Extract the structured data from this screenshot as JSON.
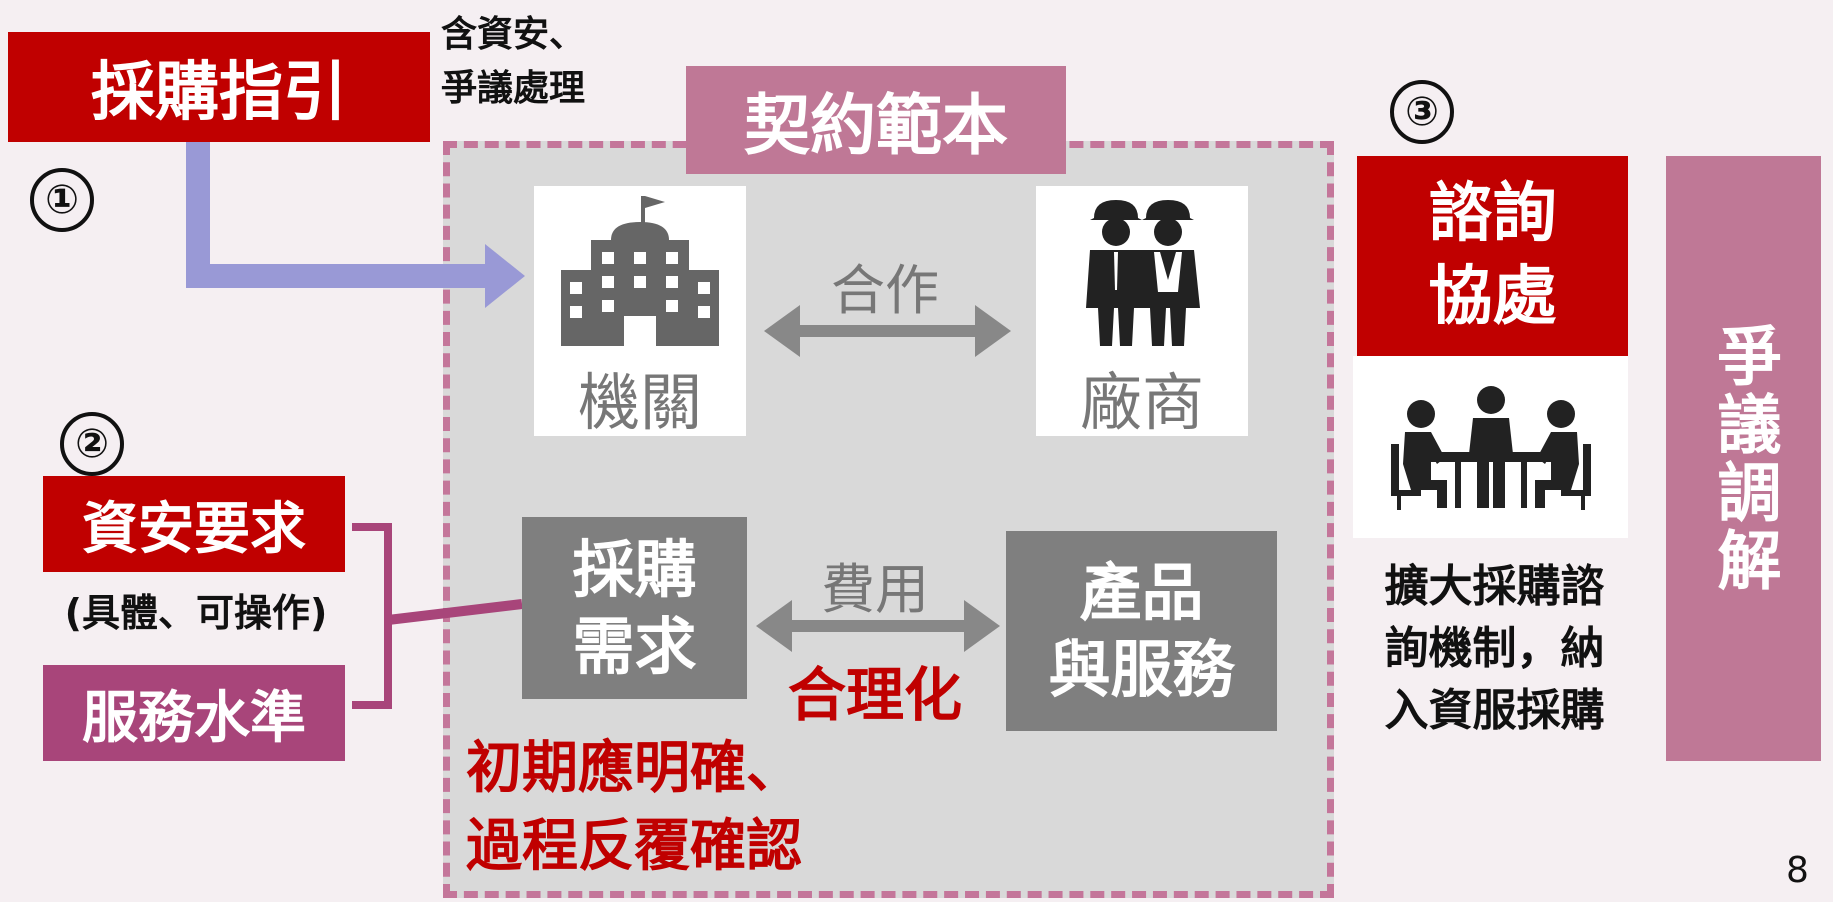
{
  "left": {
    "guide_title": "採購指引",
    "guide_note_line1": "含資安、",
    "guide_note_line2": "爭議處理",
    "step1": "①",
    "step2": "②",
    "security_req": "資安要求",
    "security_req_note": "(具體、可操作)",
    "service_level": "服務水準"
  },
  "center": {
    "contract_title": "契約範本",
    "agency_label": "機關",
    "vendor_label": "廠商",
    "cooperation_label": "合作",
    "procurement_need_line1": "採購",
    "procurement_need_line2": "需求",
    "cost_label": "費用",
    "rational_label": "合理化",
    "product_line1": "產品",
    "product_line2": "與服務",
    "bottom_note_line1": "初期應明確、",
    "bottom_note_line2": "過程反覆確認"
  },
  "right": {
    "step3": "③",
    "consult_line1": "諮詢",
    "consult_line2": "協處",
    "expand_line1": "擴大採購諮",
    "expand_line2": "詢機制，納",
    "expand_line3": "入資服採購",
    "dispute_mediation": "爭議調解"
  },
  "page_number": "8",
  "colors": {
    "red": "#c00000",
    "mauve": "#bf7896",
    "plum": "#a8457a",
    "grey": "#7f7f7f",
    "arrow_blue": "#9999d6"
  },
  "icons": [
    "building-icon",
    "workers-icon",
    "meeting-icon"
  ]
}
